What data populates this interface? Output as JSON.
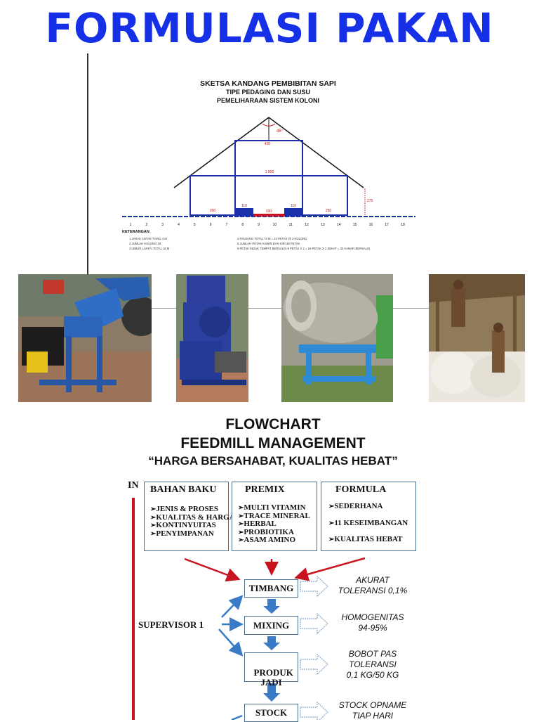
{
  "title": "FORMULASI PAKAN",
  "sketch": {
    "title1": "SKETSA KANDANG PEMBIBITAN SAPI",
    "title2": "TIPE PEDAGING DAN SUSU",
    "title3": "PEMELIHARAAN SISTEM KOLONI",
    "angle": "45°",
    "dim_top": "420",
    "dim_mid": "1.000",
    "dim_side": "275",
    "dim_left": "260",
    "dim_c1": "110",
    "dim_c2": "110",
    "dim_center": "200",
    "dim_right": "250",
    "numbers": [
      "1",
      "2",
      "3",
      "4",
      "5",
      "6",
      "7",
      "8",
      "9",
      "10",
      "11",
      "12",
      "13",
      "14",
      "15",
      "16",
      "17",
      "18"
    ],
    "legend_title": "KETERANGAN",
    "legend_left": [
      "1 JARAK ANTAR TIANG 4 M",
      "2 JUMLAH KOLONG 19",
      "3 LEBAR LANTAI TOTAL 18 M"
    ],
    "legend_right": [
      "4 PANJANG TOTAL 72 M = 24 PETAK @ 3 KOLONG",
      "5 JUMLAH PETAK KAWIN DAN KIRI 48 PETAK",
      "6 PETAK INDUK TEMPAT BERSALIN 8 PETAK X 2 = 16 PETAK X 2 SEKAT = 32 KAMAR BERSALIN"
    ]
  },
  "flowchart": {
    "title1": "FLOWCHART",
    "title2": "FEEDMILL MANAGEMENT",
    "slogan": "“HARGA BERSAHABAT, KUALITAS HEBAT”",
    "in_label": "IN",
    "supervisor": "SUPERVISOR 1",
    "bahan_baku": {
      "head": "BAHAN BAKU",
      "items": [
        "JENIS & PROSES",
        "KUALITAS & HARGA",
        "KONTINYUITAS",
        "PENYIMPANAN"
      ]
    },
    "premix": {
      "head": "PREMIX",
      "items": [
        "MULTI VITAMIN",
        "TRACE MINERAL",
        "HERBAL",
        "PROBIOTIKA",
        "ASAM AMINO"
      ]
    },
    "formula": {
      "head": "FORMULA",
      "items": [
        "SEDERHANA",
        "11 KESEIMBANGAN",
        "KUALITAS HEBAT"
      ]
    },
    "steps": [
      "TIMBANG",
      "MIXING",
      "PRODUK JADI",
      "STOCK"
    ],
    "notes": {
      "timbang_1": "AKURAT",
      "timbang_2": "TOLERANSI 0,1%",
      "mixing_1": "HOMOGENITAS",
      "mixing_2": "94-95%",
      "produk_1": "BOBOT PAS",
      "produk_2": "TOLERANSI",
      "produk_3": "0,1 KG/50 KG",
      "stock_1": "STOCK OPNAME",
      "stock_2": "TIAP HARI"
    }
  },
  "colors": {
    "title": "#1530e6",
    "red_line": "#c8141e",
    "blue_arrow": "#3a7bc8",
    "box_border": "#4a6f90",
    "frame_blue": "#1a2fa8"
  }
}
